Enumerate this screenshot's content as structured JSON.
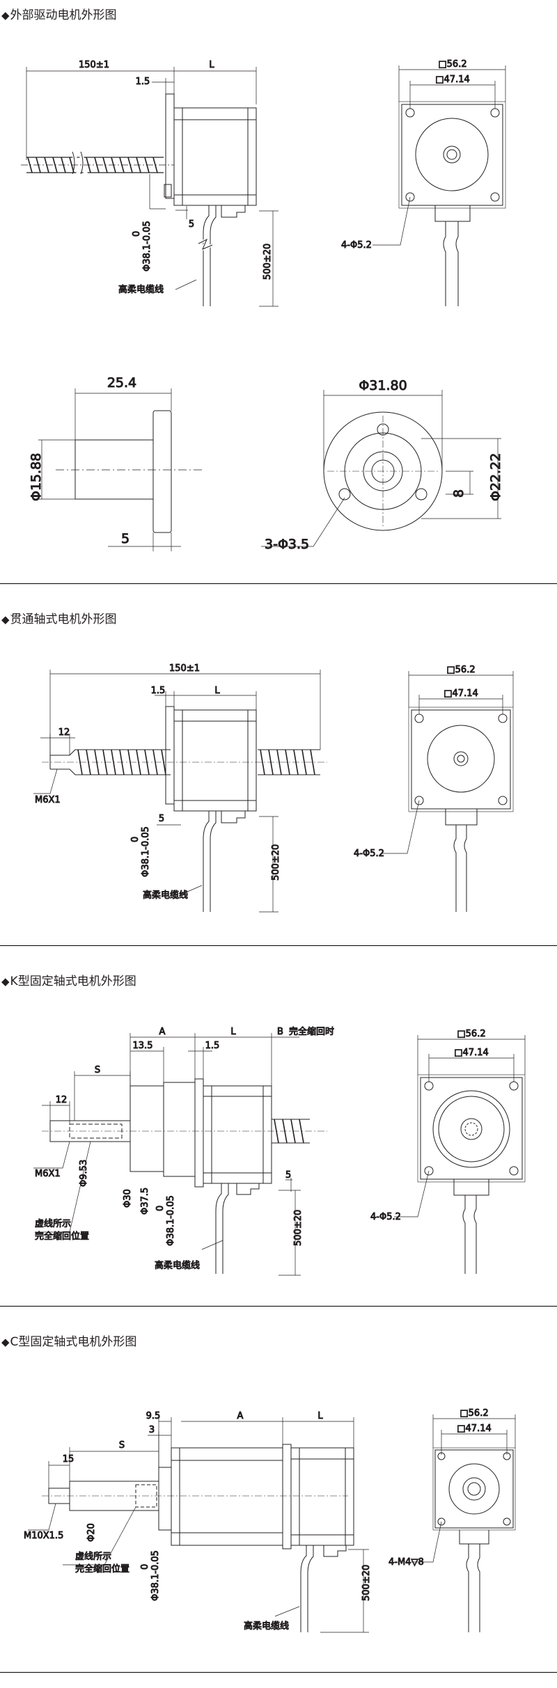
{
  "sections": [
    {
      "title": "外部驱动电机外形图",
      "views": {
        "side": {
          "shaft_length": "150±1",
          "body_length": "L",
          "flange": "1.5",
          "pilot_dia_tol": "0",
          "pilot_dia": "Φ38.1-0.05",
          "step": "5",
          "cable_length": "500±20",
          "cable_label": "高柔电缆线"
        },
        "front": {
          "outline": "□56.2",
          "hole_pitch": "□47.14",
          "holes": "4-Φ5.2"
        }
      },
      "nut": {
        "length": "25.4",
        "dia": "Φ15.88",
        "flange_thk": "5",
        "flange_dia": "Φ31.80",
        "width": "Φ22.22",
        "offset": "8",
        "holes": "3-Φ3.5"
      }
    },
    {
      "title": "贯通轴式电机外形图",
      "views": {
        "side": {
          "shaft_length": "150±1",
          "flange": "1.5",
          "body_length": "L",
          "thread_len": "12",
          "thread": "M6X1",
          "pilot_dia_tol": "0",
          "pilot_dia": "Φ38.1-0.05",
          "step": "5",
          "cable_length": "500±20",
          "cable_label": "高柔电缆线"
        },
        "front": {
          "outline": "□56.2",
          "hole_pitch": "□47.14",
          "holes": "4-Φ5.2"
        }
      }
    },
    {
      "title": "K型固定轴式电机外形图",
      "views": {
        "side": {
          "dim_a": "A",
          "dim_l": "L",
          "dim_b": "B",
          "dim_b_note": "完全缩回时",
          "d135": "13.5",
          "flange": "1.5",
          "stroke": "S",
          "thread_len": "12",
          "thread": "M6X1",
          "rod_dia": "Φ9.53",
          "d30": "Φ30",
          "d375": "Φ37.5",
          "pilot_dia_tol": "0",
          "pilot_dia": "Φ38.1-0.05",
          "step": "5",
          "cable_length": "500±20",
          "cable_label": "高柔电缆线",
          "note_line1": "虚线所示",
          "note_line2": "完全缩回位置"
        },
        "front": {
          "outline": "□56.2",
          "hole_pitch": "□47.14",
          "holes": "4-Φ5.2"
        }
      }
    },
    {
      "title": "C型固定轴式电机外形图",
      "views": {
        "side": {
          "d95": "9.5",
          "dim_a": "A",
          "dim_l": "L",
          "stroke": "S",
          "d3": "3",
          "d15": "15",
          "thread": "M10X1.5",
          "rod_dia": "Φ20",
          "pilot_dia_tol": "0",
          "pilot_dia": "Φ38.1-0.05",
          "cable_length": "500±20",
          "cable_label": "高柔电缆线",
          "note_line1": "虚线所示",
          "note_line2": "完全缩回位置"
        },
        "front": {
          "outline": "□56.2",
          "hole_pitch": "□47.14",
          "holes": "4-M4▽8"
        }
      }
    }
  ]
}
